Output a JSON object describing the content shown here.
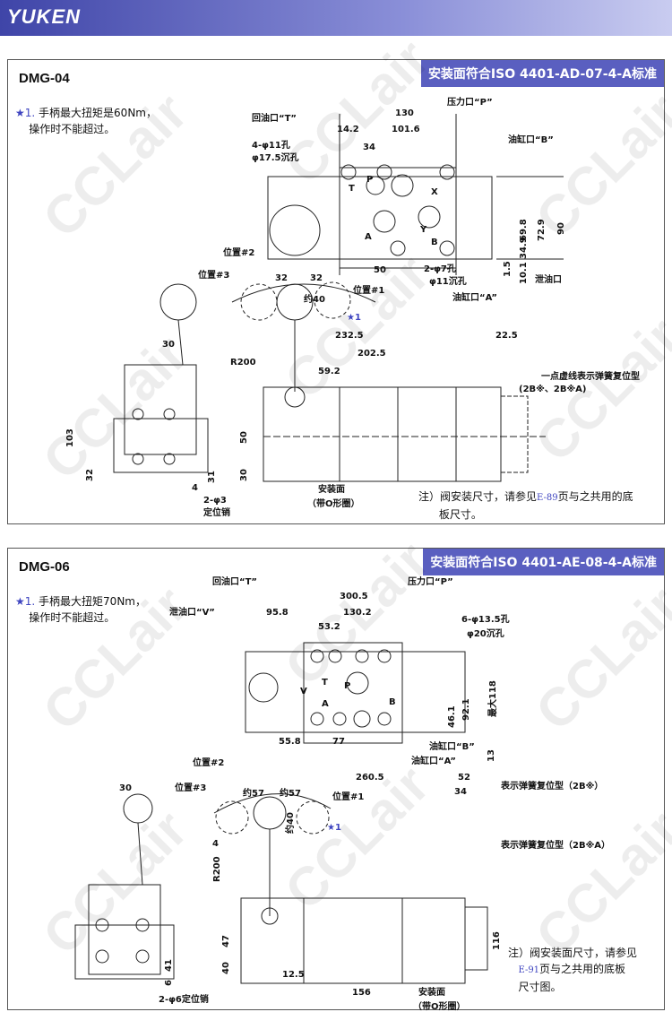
{
  "header": {
    "logo": "YUKEN"
  },
  "watermark": "CCLair",
  "panels": [
    {
      "model": "DMG-04",
      "badge": "安装面符合ISO 4401-AD-07-4-A标准",
      "star": "★1.",
      "note_lines": [
        "手柄最大扭矩是60Nm，",
        "操作时不能超过。"
      ],
      "labels": [
        "130",
        "14.2",
        "101.6",
        "34",
        "压力口“P”",
        "回油口“T”",
        "油缸口“B”",
        "4-φ11孔",
        "φ17.5沉孔",
        "69.8",
        "72.9",
        "90",
        "34.9",
        "1.5",
        "10.1",
        "50",
        "2-φ7孔",
        "φ11沉孔",
        "泄油口",
        "油缸口“A”",
        "位置#2",
        "位置#3",
        "32",
        "32",
        "约40",
        "位置#1",
        "★1",
        "30",
        "R200",
        "232.5",
        "22.5",
        "202.5",
        "59.2",
        "103",
        "32",
        "31",
        "4",
        "2-φ3",
        "定位销",
        "50",
        "30",
        "安装面",
        "（带O形圈）",
        "一点虚线表示弹簧复位型",
        "(2B※、2B※A)",
        "P",
        "T",
        "X",
        "A",
        "B",
        "Y"
      ],
      "footnote": {
        "prefix": "注）阀安装尺寸，请参见",
        "ref": "E-89",
        "suffix": "页与之共用的底",
        "line2": "板尺寸。"
      }
    },
    {
      "model": "DMG-06",
      "badge": "安装面符合ISO 4401-AE-08-4-A标准",
      "star": "★1.",
      "note_lines": [
        "手柄最大扭矩70Nm，",
        "操作时不能超过。"
      ],
      "labels": [
        "回油口“T”",
        "压力口“P”",
        "300.5",
        "泄油口“V”",
        "95.8",
        "130.2",
        "53.2",
        "6-φ13.5孔",
        "φ20沉孔",
        "92.1",
        "最大118",
        "46.1",
        "13",
        "55.8",
        "77",
        "油缸口“B”",
        "油缸口“A”",
        "30",
        "位置#2",
        "位置#3",
        "约57",
        "约57",
        "约40",
        "位置#1",
        "★1",
        "R200",
        "4",
        "260.5",
        "52",
        "34",
        "表示弹簧复位型（2B※）",
        "表示弹簧复位型（2B※A）",
        "47",
        "40",
        "41",
        "6",
        "2-φ6定位销",
        "12.5",
        "156",
        "安装面",
        "（带O形圈）",
        "116",
        "P",
        "T",
        "V",
        "A",
        "B"
      ],
      "footnote": {
        "prefix": "注）阀安装面尺寸，请参见",
        "ref": "E-91",
        "suffix": "页与之共用的底板",
        "line2": "尺寸图。"
      }
    }
  ]
}
